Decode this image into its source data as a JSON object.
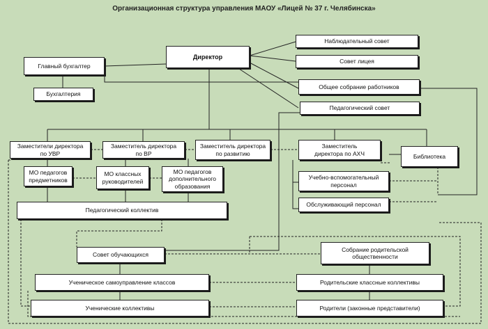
{
  "title": "Организационная структура управления МАОУ «Лицей № 37 г. Челябинска»",
  "boxes": {
    "director": "Директор",
    "supervisory": "Наблюдательный совет",
    "lyceum_council": "Совет лицея",
    "general_meeting": "Общее собрание работников",
    "ped_council": "Педагогический совет",
    "chief_accountant": "Главный бухгалтер",
    "accounting": "Бухгалтерия",
    "deputy_uvr": "Заместители директора\nпо УВР",
    "deputy_vr": "Заместитель директора\nпо ВР",
    "deputy_dev": "Заместитель директора\nпо развитию",
    "deputy_ahch": "Заместитель\nдиректора по  АХЧ",
    "library": "Библиотека",
    "mo_subject": "МО педагогов\nпредметников",
    "mo_class": "МО классных\nруководителей",
    "mo_additional": "МО педагогов\nдополнительного\nобразования",
    "support_staff": "Учебно-вспомогательный\nперсонал",
    "service_staff": "Обслуживающий персонал",
    "ped_collective": "Педагогический коллектив",
    "student_council": "Совет обучающихся",
    "parent_assembly": "Собрание родительской\nобщественности",
    "class_self_gov": "Ученическое самоуправление классов",
    "parent_collectives": "Родительские классные коллективы",
    "student_collectives": "Ученические коллективы",
    "parents": "Родители (законные представители)"
  }
}
